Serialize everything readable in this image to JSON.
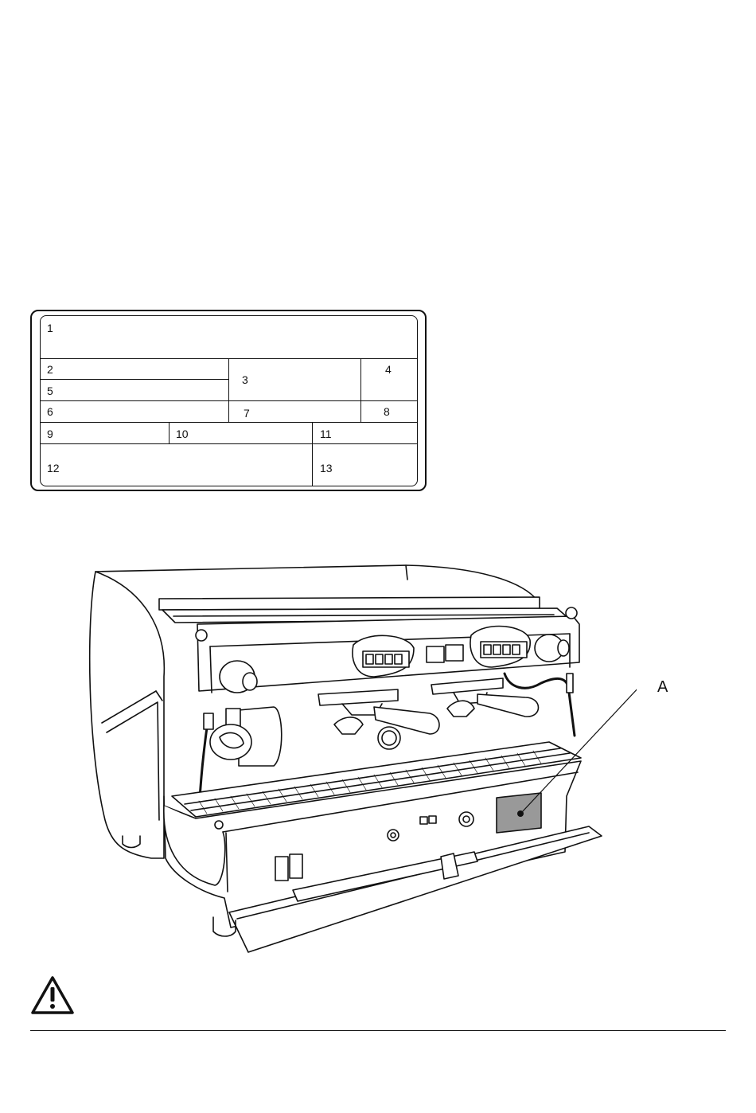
{
  "plate": {
    "fields": [
      "1",
      "2",
      "3",
      "4",
      "5",
      "6",
      "7",
      "8",
      "9",
      "10",
      "11",
      "12",
      "13"
    ]
  },
  "figure": {
    "callout_label": "A",
    "icons": {
      "warning": "warning-triangle-icon"
    }
  }
}
